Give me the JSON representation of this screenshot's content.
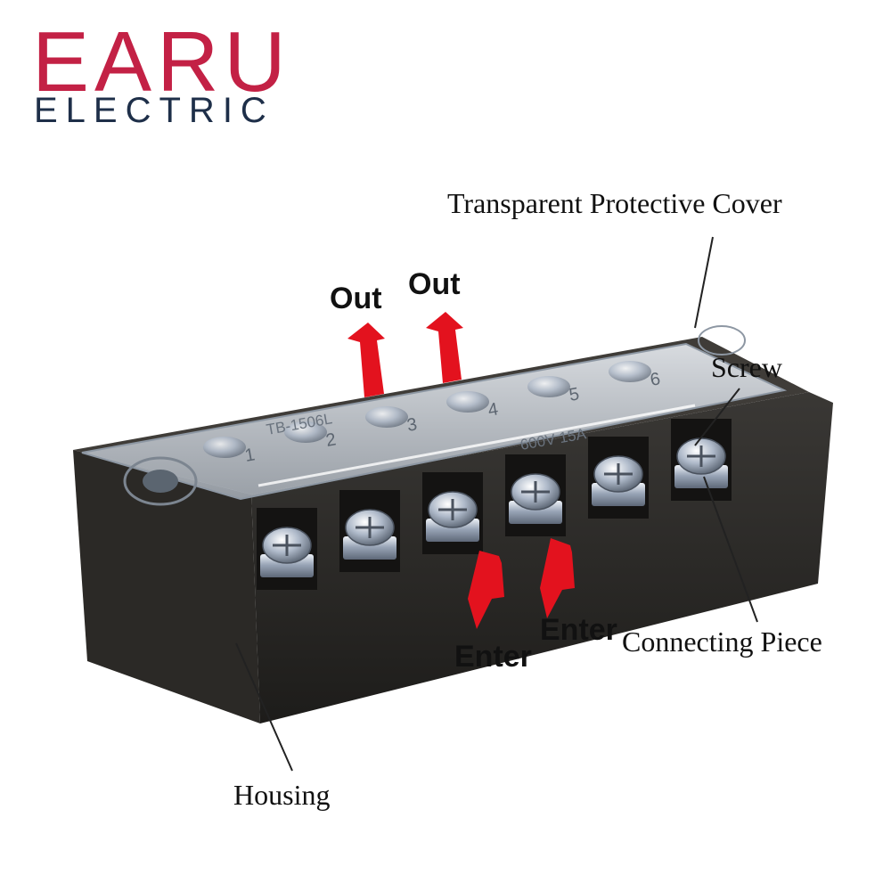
{
  "logo": {
    "wordmark": "EARU",
    "tagline": "ELECTRIC",
    "wordmark_color": "#c32145",
    "tagline_color": "#1e2f49"
  },
  "labels": {
    "cover": "Transparent Protective Cover",
    "screw": "Screw",
    "connecting_piece": "Connecting Piece",
    "housing": "Housing"
  },
  "flow": {
    "out_1": "Out",
    "out_2": "Out",
    "enter_1": "Enter",
    "enter_2": "Enter",
    "arrow_color": "#e3121e"
  },
  "product": {
    "model_marking": "TB-1506L",
    "rating_marking": "600V 15A",
    "terminal_numbers": [
      "1",
      "2",
      "3",
      "4",
      "5",
      "6"
    ],
    "housing_color": "#2b2926"
  }
}
